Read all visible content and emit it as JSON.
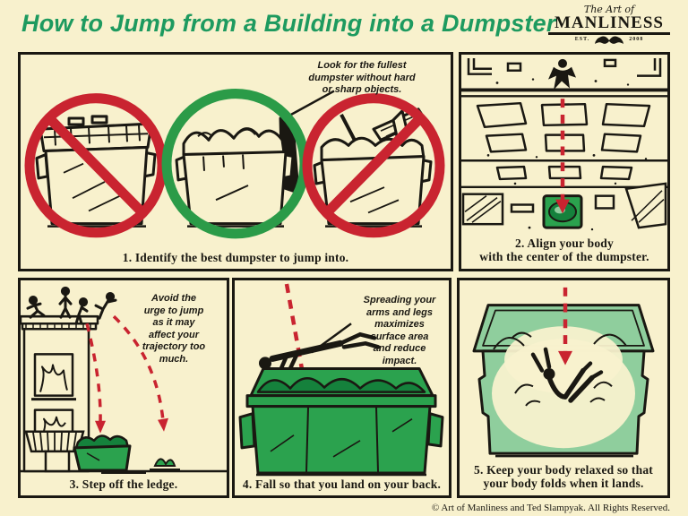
{
  "page": {
    "title": "How to Jump from a Building into a Dumpster",
    "footer": "© Art of Manliness and Ted Slampyak. All Rights Reserved."
  },
  "logo": {
    "tagline": "The Art of",
    "name": "MANLINESS",
    "est_left": "EST.",
    "est_right": "2008"
  },
  "colors": {
    "background": "#f8f1cd",
    "title_green": "#1d9a5f",
    "accent_red": "#c92430",
    "dumpster_green": "#2ba24e",
    "dumpster_green_dark": "#15813c",
    "halftone_green": "#8fce9d",
    "ink": "#1a1812"
  },
  "panels": [
    {
      "caption": "1. Identify the best dumpster to jump into.",
      "annotation": "Look for the fullest\ndumpster without hard\nor sharp objects."
    },
    {
      "caption": "2. Align your body\nwith the center of the dumpster."
    },
    {
      "caption": "3. Step off the ledge.",
      "annotation": "Avoid the\nurge to jump\nas it may\naffect your\ntrajectory too\nmuch."
    },
    {
      "caption": "4. Fall so that you land on your back.",
      "annotation": "Spreading your\narms and legs\nmaximizes\nsurface area\nand reduce\nimpact."
    },
    {
      "caption": "5. Keep your body relaxed so that\nyour body folds when it lands."
    }
  ]
}
